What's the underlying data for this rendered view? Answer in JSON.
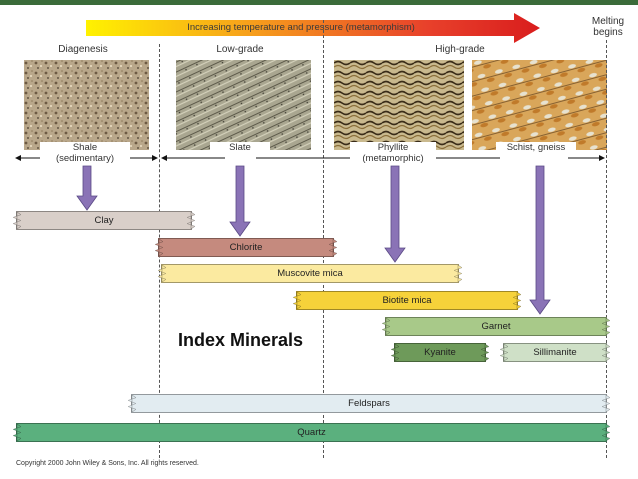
{
  "header": {
    "arrow_text": "Increasing temperature and pressure (metamorphism)",
    "melting_line1": "Melting",
    "melting_line2": "begins",
    "arrow_gradient": [
      "#fff200",
      "#f7a21b",
      "#e8412b",
      "#d91d1d"
    ]
  },
  "grades": {
    "diagenesis": "Diagenesis",
    "low": "Low-grade",
    "high": "High-grade"
  },
  "rocks": {
    "shale_1": "Shale",
    "shale_2": "(sedimentary)",
    "slate": "Slate",
    "phyllite_1": "Phyllite",
    "phyllite_2": "(metamorphic)",
    "schist": "Schist, gneiss"
  },
  "minerals": [
    {
      "label": "Clay",
      "color": "#d9cfc9"
    },
    {
      "label": "Chlorite",
      "color": "#c58a7e"
    },
    {
      "label": "Muscovite mica",
      "color": "#fbeaa0"
    },
    {
      "label": "Biotite mica",
      "color": "#f6d23a"
    },
    {
      "label": "Garnet",
      "color": "#a8c989"
    },
    {
      "label": "Kyanite",
      "color": "#6e9a5a"
    },
    {
      "label": "Sillimanite",
      "color": "#cfe0c7"
    },
    {
      "label": "Feldspars",
      "color": "#e2ecf1"
    },
    {
      "label": "Quartz",
      "color": "#5bb07e"
    }
  ],
  "index_title": "Index Minerals",
  "copyright": "Copyright 2000 John Wiley & Sons, Inc. All rights reserved.",
  "colors": {
    "arrow_purple": "#8a73b6",
    "dashed_line": "#555555",
    "topbar": "#3b6b3a"
  }
}
